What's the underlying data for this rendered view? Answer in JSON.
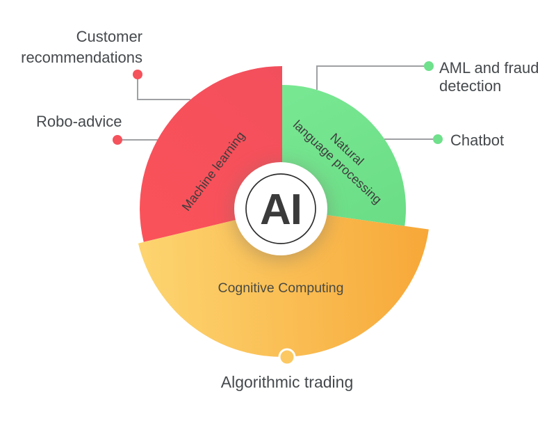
{
  "colors": {
    "background": "#ffffff",
    "connector": "#9ea0a3",
    "red_grad_start": "#fb525a",
    "red_grad_end": "#f24f5c",
    "green_grad_start": "#78e792",
    "green_grad_end": "#6bdd86",
    "yellow_grad_start": "#fdd571",
    "yellow_grad_end": "#f7a838",
    "red_dot": "#f5525c",
    "green_dot": "#6fe08b",
    "yellow_dot": "#fcc862",
    "callout_text": "#45494c",
    "segment_text": "#3d3d3d",
    "cognitive_text": "#4a4a42",
    "ai_text": "#3b3b3b",
    "ring": "#2d2d2d",
    "center_fill": "#ffffff"
  },
  "center": {
    "label": "AI"
  },
  "segments": [
    {
      "label": "Machine learning"
    },
    {
      "label_line1": "Natural",
      "label_line2": "language processing"
    },
    {
      "label": "Cognitive Computing"
    }
  ],
  "callouts": [
    {
      "line1": "Customer",
      "line2": "recommendations"
    },
    {
      "label": "Robo-advice"
    },
    {
      "line1": "AML and fraud",
      "line2": "detection"
    },
    {
      "label": "Chatbot"
    },
    {
      "label": "Algorithmic trading"
    }
  ]
}
